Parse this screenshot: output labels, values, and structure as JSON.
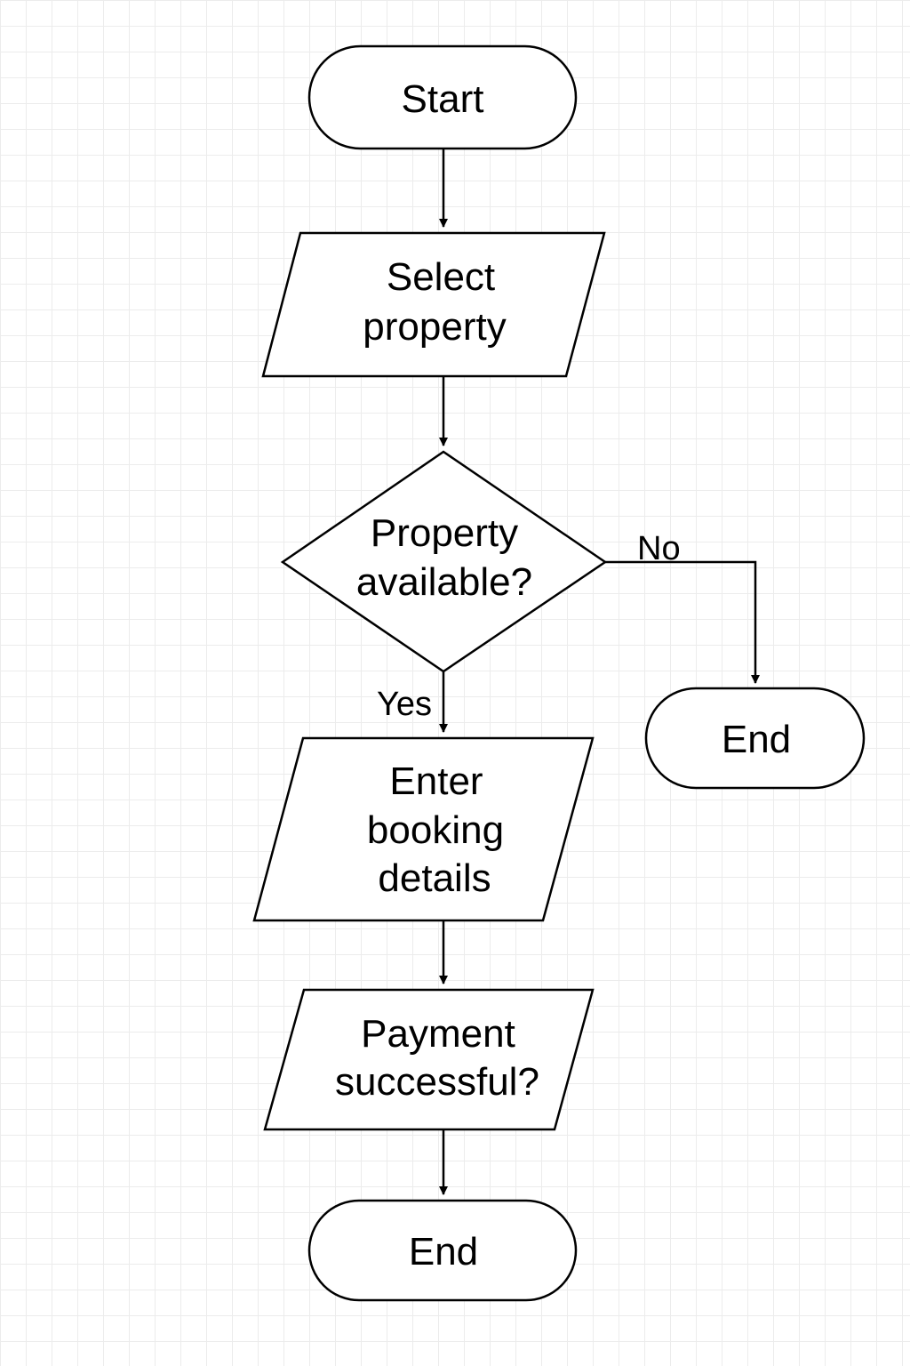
{
  "diagram": {
    "nodes": {
      "start": {
        "label": "Start"
      },
      "select_property": {
        "lines": [
          "Select",
          "property"
        ]
      },
      "property_available": {
        "lines": [
          "Property",
          "available?"
        ]
      },
      "end_no": {
        "label": "End"
      },
      "enter_booking": {
        "lines": [
          "Enter",
          "booking",
          "details"
        ]
      },
      "payment": {
        "lines": [
          "Payment",
          "successful?"
        ]
      },
      "end_final": {
        "label": "End"
      }
    },
    "edges": {
      "no_label": "No",
      "yes_label": "Yes"
    }
  }
}
